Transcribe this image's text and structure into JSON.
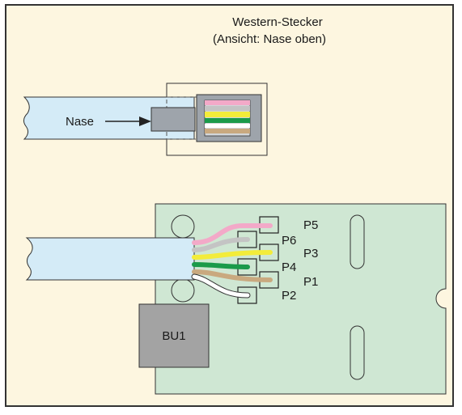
{
  "title": {
    "line1": "Western-Stecker",
    "line2": "(Ansicht: Nase oben)"
  },
  "labels": {
    "nase": "Nase",
    "bu1": "BU1"
  },
  "pins": [
    {
      "id": "P5",
      "label": "P5"
    },
    {
      "id": "P6",
      "label": "P6"
    },
    {
      "id": "P3",
      "label": "P3"
    },
    {
      "id": "P4",
      "label": "P4"
    },
    {
      "id": "P1",
      "label": "P1"
    },
    {
      "id": "P2",
      "label": "P2"
    }
  ],
  "colors": {
    "background": "#fdf6e0",
    "frame": "#333333",
    "cable": "#d4ebf7",
    "plug_body": "#9ea4ab",
    "board": "#cfe7d3",
    "socket": "#a3a3a3",
    "wire_pink": "#f3a9c8",
    "wire_gray": "#c4c4c4",
    "wire_yellow": "#f3ec3a",
    "wire_green": "#1a9a4a",
    "wire_tan": "#c9a97f",
    "wire_white": "#ffffff"
  }
}
